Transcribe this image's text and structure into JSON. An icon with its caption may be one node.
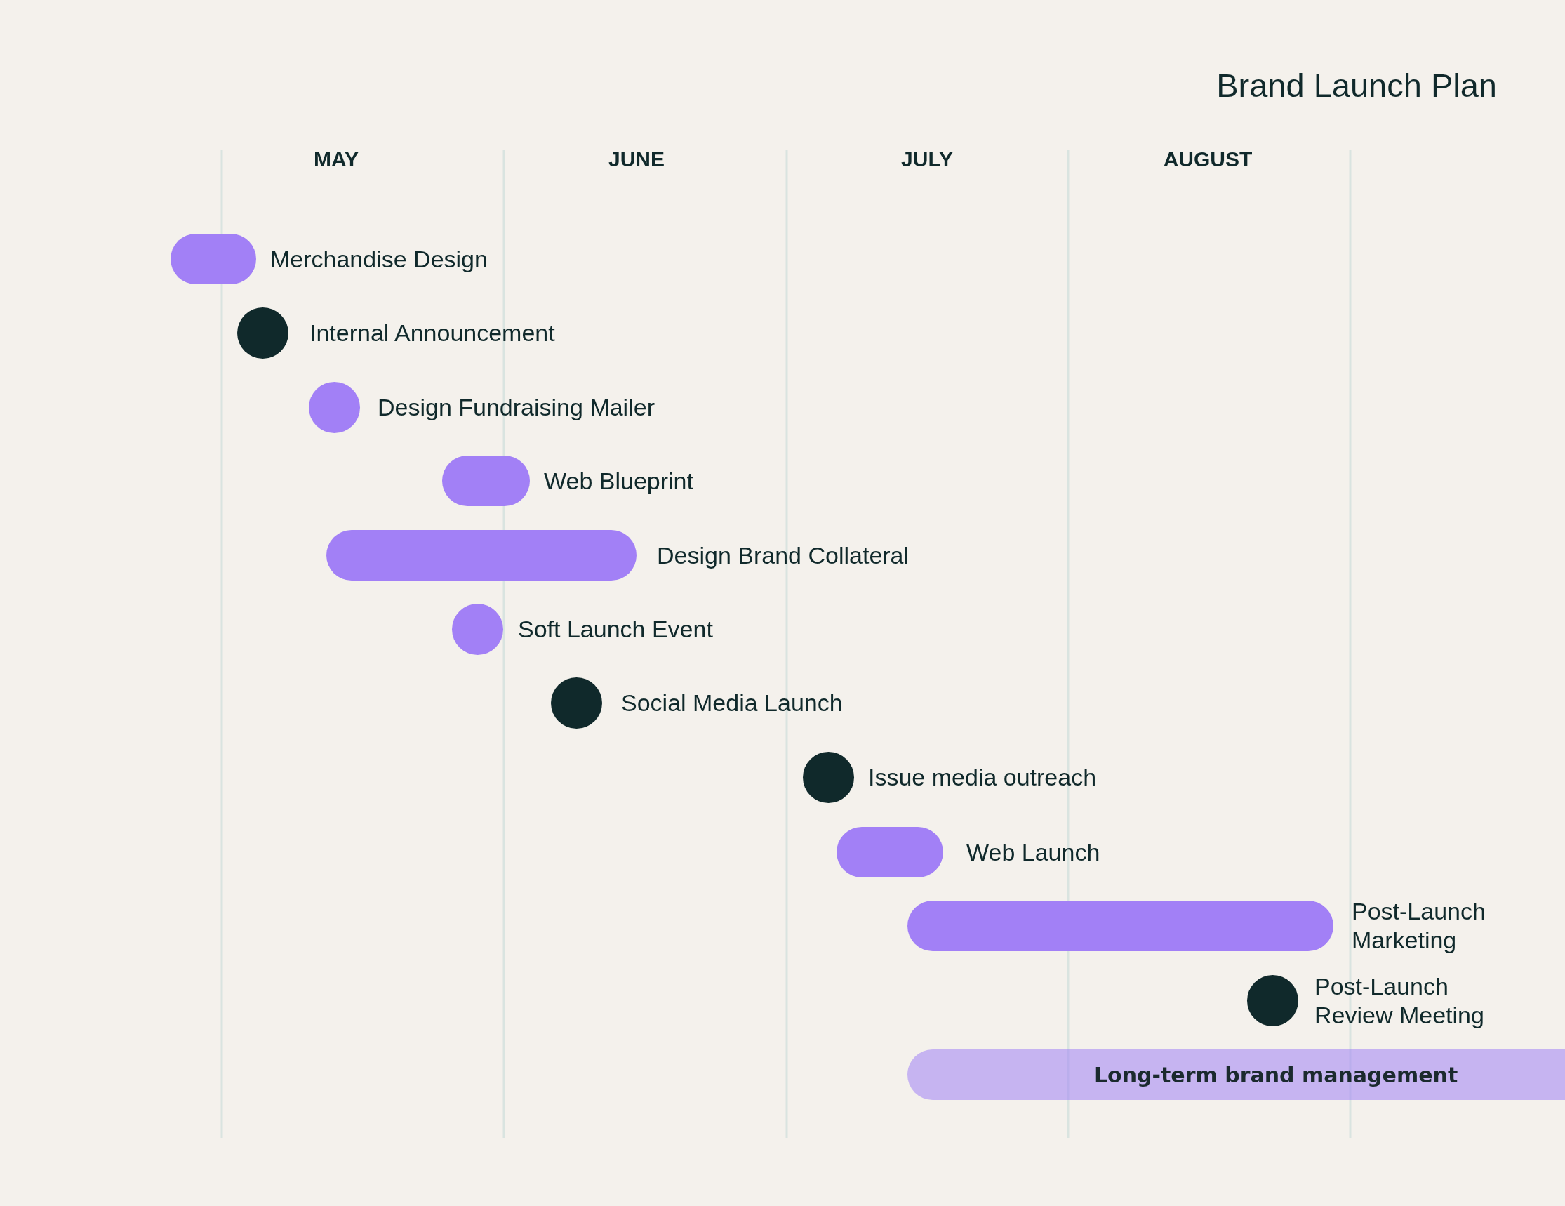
{
  "diagram": {
    "title": "Brand Launch Plan",
    "nodes": [
      {
        "text": [],
        "shape": "bar",
        "beside": [
          "Merchandise Design"
        ]
      },
      {
        "text": [],
        "shape": "circle",
        "beside": [
          "Internal Announcement"
        ]
      },
      {
        "text": [],
        "shape": "circle",
        "beside": [
          "Design Fundraising Mailer"
        ]
      },
      {
        "text": [],
        "shape": "bar",
        "beside": [
          "Web Blueprint"
        ]
      },
      {
        "text": [],
        "shape": "bar",
        "beside": [
          "Design Brand Collateral"
        ]
      },
      {
        "text": [],
        "shape": "circle",
        "beside": [
          "Soft Launch Event"
        ]
      },
      {
        "text": [],
        "shape": "circle",
        "beside": [
          "Social Media Launch"
        ]
      },
      {
        "text": [],
        "shape": "circle",
        "beside": [
          "Issue media outreach"
        ]
      },
      {
        "text": [],
        "shape": "bar",
        "beside": [
          "Web Launch"
        ]
      },
      {
        "text": [],
        "shape": "bar",
        "beside": [
          "Post-Launch Marketing"
        ]
      },
      {
        "text": [],
        "shape": "circle",
        "beside": [
          "Post-Launch Review Meeting"
        ]
      },
      {
        "text": [
          "Long-term brand management"
        ]
      }
    ],
    "labels": [
      "MAY",
      "JUNE",
      "JULY",
      "AUGUST"
    ]
  }
}
